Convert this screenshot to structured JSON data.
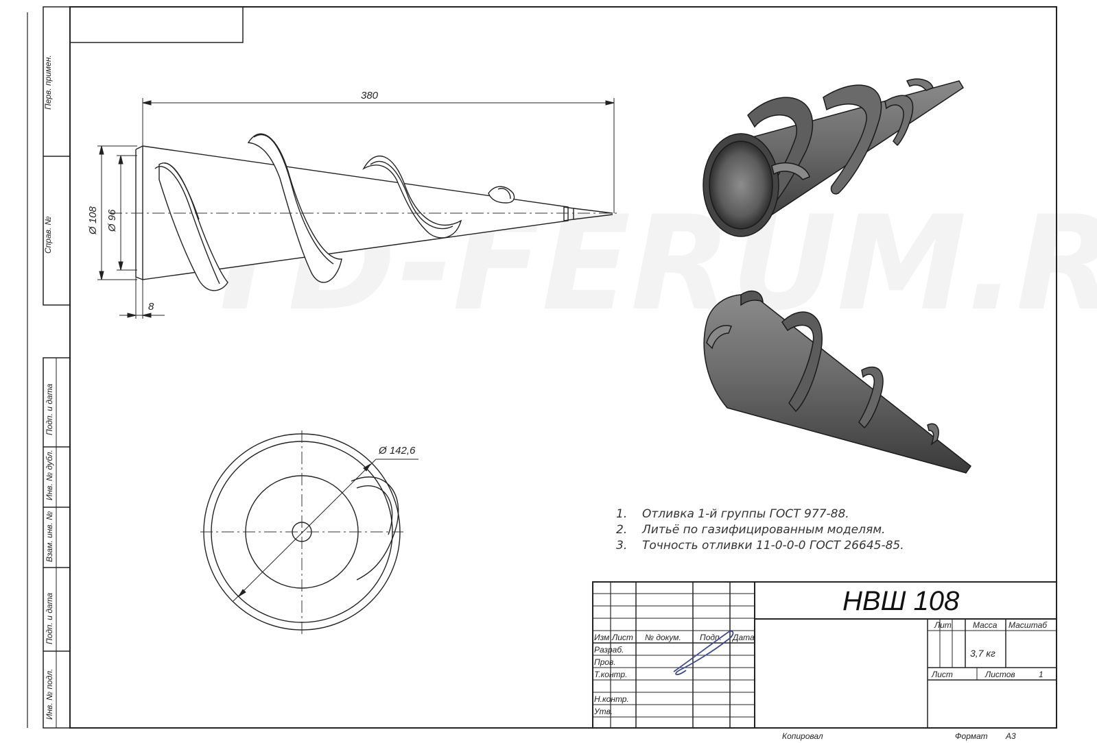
{
  "watermark": "TD-FERUM.RU",
  "dimensions": {
    "length": "380",
    "outer_diameter": "Ø 108",
    "inner_diameter": "Ø 96",
    "wall": "8",
    "flange_diameter": "Ø 142,6"
  },
  "notes": [
    {
      "num": "1.",
      "text": "Отливка 1-й группы ГОСТ 977-88."
    },
    {
      "num": "2.",
      "text": "Литьё по газифицированным моделям."
    },
    {
      "num": "3.",
      "text": "Точность отливки 11-0-0-0 ГОСТ 26645-85."
    }
  ],
  "title_block": {
    "designation": "НВШ 108",
    "lit_label": "Лит.",
    "mass_label": "Масса",
    "scale_label": "Масштаб",
    "mass_value": "3,7 кг",
    "sheet_label": "Лист",
    "sheets_label": "Листов",
    "sheets_value": "1",
    "headers": {
      "izm": "Изм",
      "list": "Лист",
      "doc": "№ докум.",
      "sign": "Подп.",
      "date": "Дата"
    },
    "roles": [
      "Разраб.",
      "Пров.",
      "Т.контр.",
      "Н.контр.",
      "Утв."
    ],
    "copied_label": "Копировал",
    "format_label": "Формат",
    "format_value": "А3"
  },
  "side_stamps": [
    "Перв. примен.",
    "Справ. №",
    "Подп. и дата",
    "Инв. № дубл.",
    "Взам. инв. №",
    "Подп. и дата",
    "Инв. № подл."
  ]
}
